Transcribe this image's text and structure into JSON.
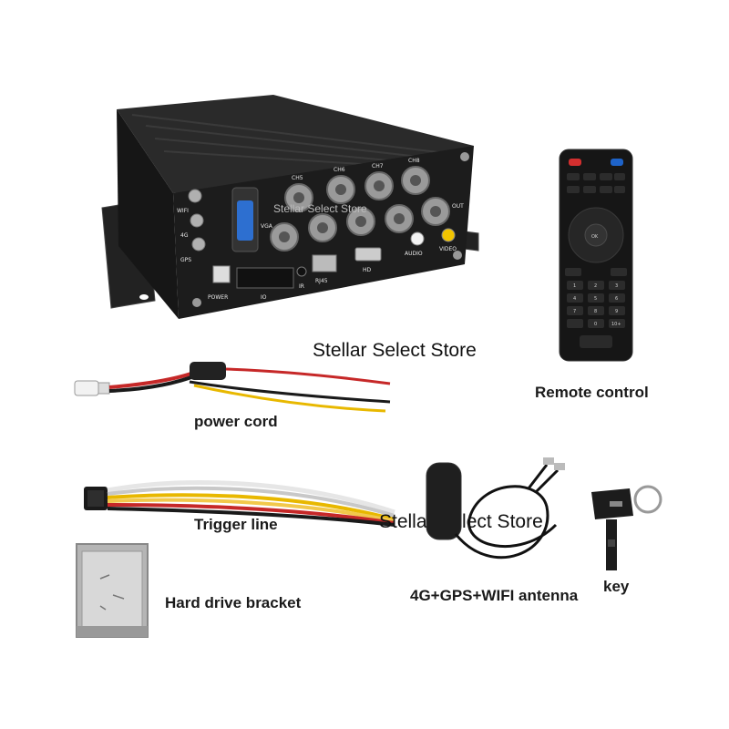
{
  "watermark": {
    "main": "Stellar Select Store",
    "secondary": "Stellar Select Store",
    "faint": "Stellar Select Store"
  },
  "dvr": {
    "ports": {
      "wifi": "WIFI",
      "g4": "4G",
      "gps": "GPS",
      "power": "POWER",
      "vga": "VGA",
      "io": "IO",
      "ir": "IR",
      "rj45": "RJ45",
      "hd": "HD",
      "audio": "AUDIO",
      "video": "VIDEO",
      "out": "OUT",
      "ch5": "CH5",
      "ch6": "CH6",
      "ch7": "CH7",
      "ch8": "CH8"
    }
  },
  "remote": {
    "ok": "OK",
    "keys": [
      "1",
      "2",
      "3",
      "4",
      "5",
      "6",
      "7",
      "8",
      "9",
      "0",
      "10+"
    ]
  },
  "items": {
    "remote_label": "Remote control",
    "power_cord_label": "power cord",
    "trigger_line_label": "Trigger line",
    "antenna_label": "4G+GPS+WIFI antenna",
    "key_label": "key",
    "bracket_label": "Hard drive bracket"
  },
  "colors": {
    "dvr_body": "#1c1c1c",
    "remote_body": "#161616",
    "wire_red": "#c62828",
    "wire_yellow": "#e8b800",
    "wire_black": "#1a1a1a",
    "wire_white": "#e6e6e6"
  }
}
